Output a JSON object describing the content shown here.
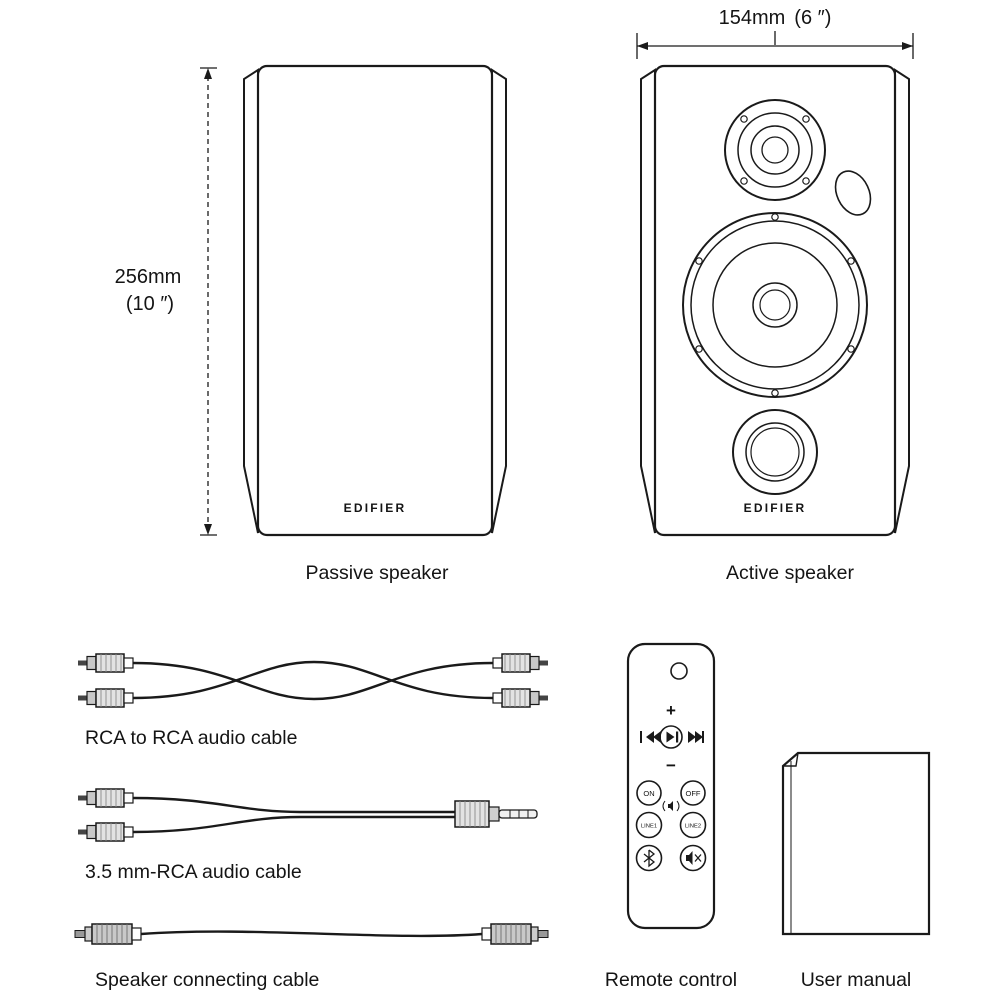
{
  "brand": "EDIFIER",
  "dimensions": {
    "height_mm": "256mm",
    "height_inch": "(10 ″)",
    "width_mm": "154mm",
    "width_inch": "(6 ″)"
  },
  "labels": {
    "passive_speaker": "Passive speaker",
    "active_speaker": "Active speaker",
    "rca_rca_cable": "RCA to RCA audio cable",
    "rca_35_cable": "3.5 mm-RCA audio cable",
    "speaker_cable": "Speaker connecting cable",
    "remote_control": "Remote control",
    "user_manual": "User manual"
  },
  "remote": {
    "volume_up": "+",
    "volume_down": "−",
    "on": "ON",
    "off": "OFF",
    "line1": "LINE1",
    "line2": "LINE2",
    "icons": [
      "power",
      "previous-track",
      "play-pause",
      "next-track",
      "speaker-pairing",
      "bluetooth",
      "mute"
    ]
  },
  "colors": {
    "line": "#1a1a1a",
    "background": "#ffffff",
    "connector_gray": "#d9d9d9"
  }
}
